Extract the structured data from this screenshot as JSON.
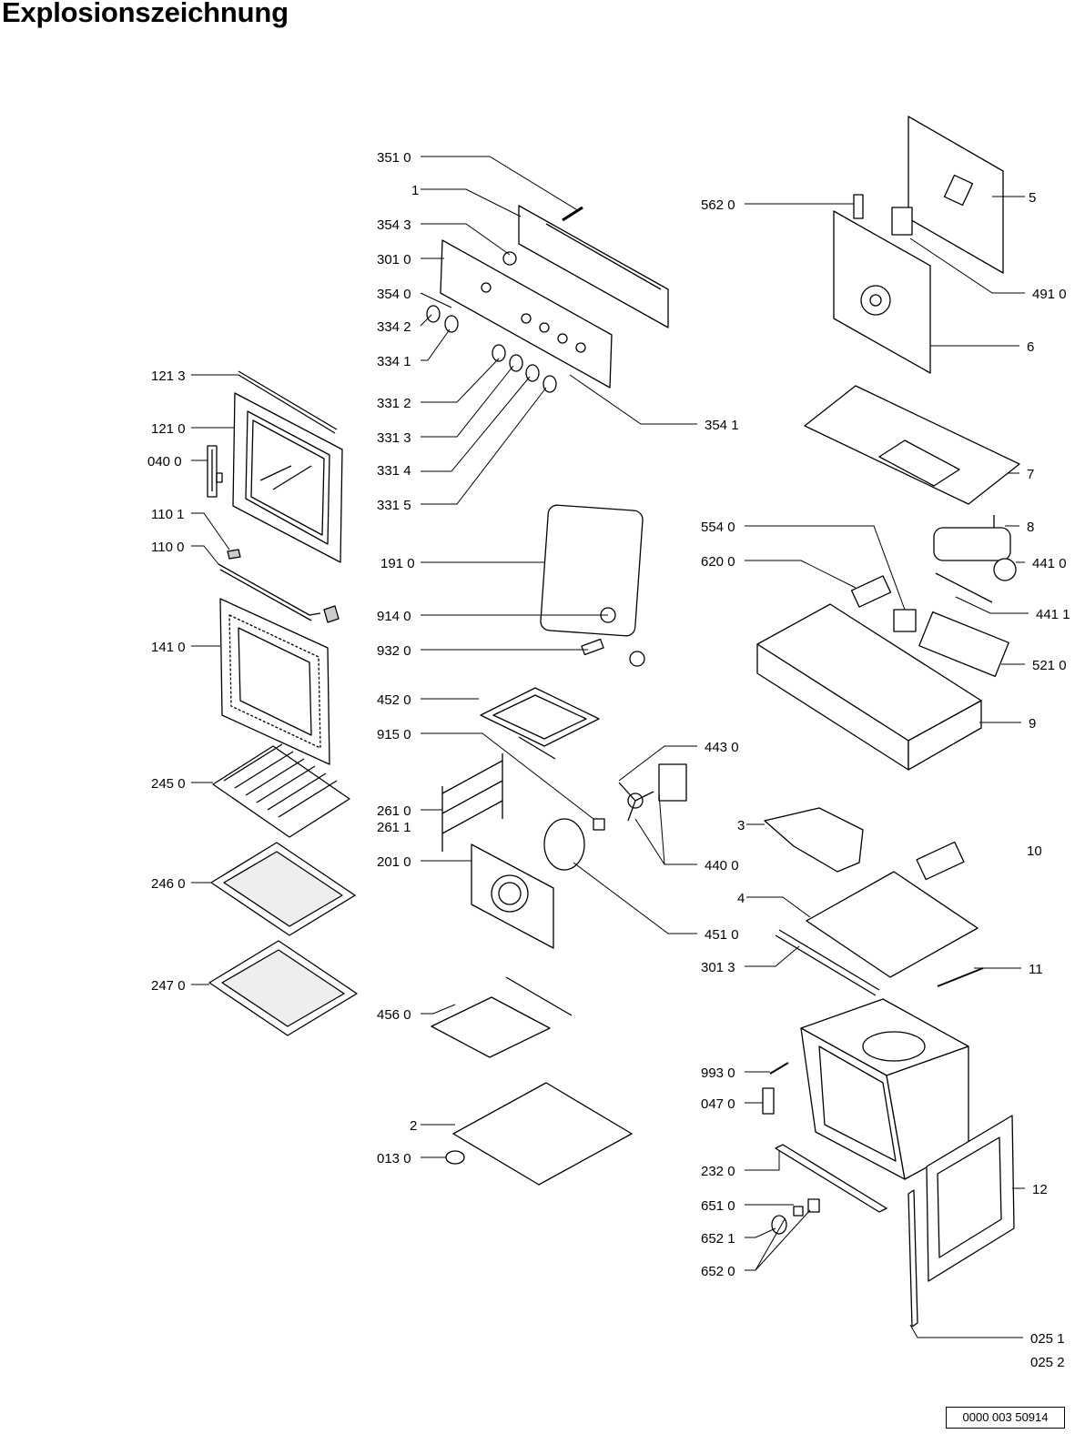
{
  "title": "Explosionszeichnung",
  "reference": "0000 003 50914",
  "parts": [
    "351 0",
    "1",
    "354 3",
    "301 0",
    "354 0",
    "334 2",
    "334 1",
    "331 2",
    "331 3",
    "331 4",
    "331 5",
    "354 1",
    "121 3",
    "121 0",
    "040 0",
    "110 1",
    "110 0",
    "141 0",
    "245 0",
    "246 0",
    "247 0",
    "191 0",
    "914 0",
    "932 0",
    "452 0",
    "915 0",
    "261 0",
    "261 1",
    "201 0",
    "456 0",
    "2",
    "013 0",
    "443 0",
    "440 0",
    "451 0",
    "562 0",
    "5",
    "491 0",
    "6",
    "7",
    "8",
    "554 0",
    "620 0",
    "441 0",
    "441 1",
    "521 0",
    "9",
    "3",
    "10",
    "4",
    "301 3",
    "11",
    "993 0",
    "047 0",
    "232 0",
    "651 0",
    "652 1",
    "652 0",
    "12",
    "025 1",
    "025 2"
  ]
}
